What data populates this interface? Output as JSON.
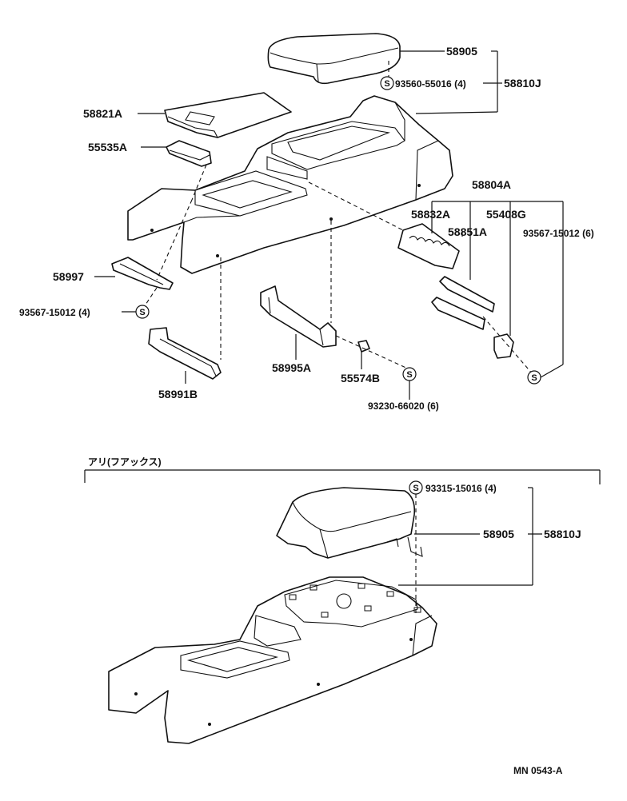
{
  "labels": {
    "p58905_top": "58905",
    "p93560": "93560-55016 (4)",
    "p58810J_top": "58810J",
    "p58821A": "58821A",
    "p55535A": "55535A",
    "p58804A": "58804A",
    "p58832A": "58832A",
    "p55408G": "55408G",
    "p58851A": "58851A",
    "p93567_right": "93567-15012 (6)",
    "p58997": "58997",
    "p93567_left": "93567-15012 (4)",
    "p58991B": "58991B",
    "p58995A": "58995A",
    "p55574B": "55574B",
    "p93230": "93230-66020 (6)",
    "variant_label": "アリ(フアックス)",
    "p93315": "93315-15016 (4)",
    "p58905_bottom": "58905",
    "p58810J_bottom": "58810J",
    "figure_code": "MN 0543-A"
  },
  "symbols": {
    "screw": "S"
  }
}
